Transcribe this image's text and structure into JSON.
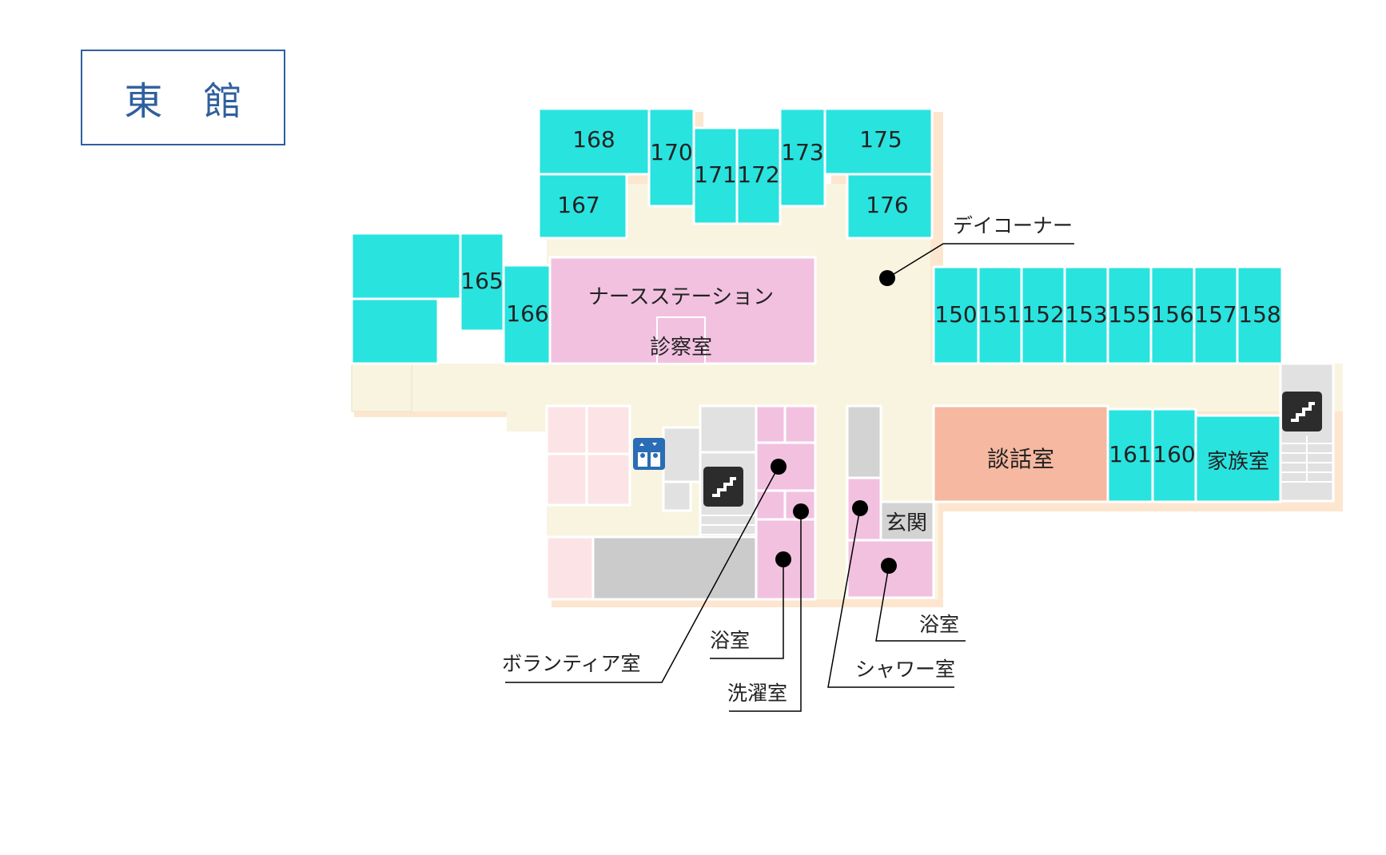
{
  "title": "東 館",
  "rooms": {
    "r168": "168",
    "r170": "170",
    "r171": "171",
    "r172": "172",
    "r173": "173",
    "r175": "175",
    "r167": "167",
    "r176": "176",
    "r165": "165",
    "r166": "166",
    "r150": "150",
    "r151": "151",
    "r152": "152",
    "r153": "153",
    "r155": "155",
    "r156": "156",
    "r157": "157",
    "r158": "158",
    "r161": "161",
    "r160": "160"
  },
  "labels": {
    "nurse_station": "ナースステーション",
    "exam_room": "診察室",
    "lounge": "談話室",
    "family_room": "家族室",
    "entrance": "玄関"
  },
  "callouts": {
    "day_corner": "デイコーナー",
    "volunteer": "ボランティア室",
    "bath_left": "浴室",
    "laundry": "洗濯室",
    "shower": "シャワー室",
    "bath_right": "浴室"
  },
  "icons": {
    "elevator": "elevator-icon",
    "stairs": "stairs-icon"
  },
  "colors": {
    "patient_room": "#29e3df",
    "facility": "#f2c1e0",
    "lounge": "#f6b8a0",
    "corridor": "#f8f4e0",
    "service": "#d3d3d3",
    "title": "#2f5f9e"
  }
}
